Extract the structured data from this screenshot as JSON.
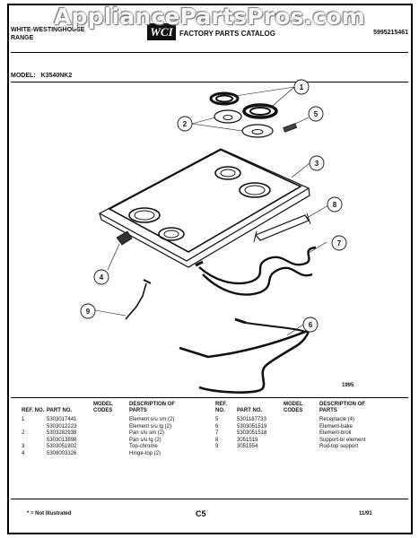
{
  "watermark": "AppliancePartsPros.com",
  "header": {
    "brand_line1": "WHITE-WESTINGHOUSE",
    "brand_line2": "RANGE",
    "catalog_title": "FACTORY PARTS CATALOG",
    "doc_number": "5995215461",
    "model_label": "MODEL:",
    "model_number": "K3540NK2"
  },
  "diagram": {
    "callouts": [
      "1",
      "2",
      "3",
      "4",
      "5",
      "6",
      "7",
      "8",
      "9"
    ],
    "year": "1995"
  },
  "table": {
    "headers": {
      "ref_no": "REF. NO.",
      "part_no": "PART NO.",
      "model_codes": "MODEL CODES",
      "description": "DESCRIPTION OF PARTS"
    },
    "left_rows": [
      {
        "ref": "1",
        "part": "5303017441",
        "codes": "",
        "desc": "Element s/u sm (2)"
      },
      {
        "ref": "",
        "part": "5303012223",
        "codes": "",
        "desc": "Element s/u lg (2)"
      },
      {
        "ref": "2",
        "part": "5303282938",
        "codes": "",
        "desc": "Pan s/u sm (2)"
      },
      {
        "ref": "",
        "part": "5303013898",
        "codes": "",
        "desc": "Pan s/u lg (2)"
      },
      {
        "ref": "3",
        "part": "5303051802",
        "codes": "",
        "desc": "Top-chrome"
      },
      {
        "ref": "4",
        "part": "5308003326",
        "codes": "",
        "desc": "Hinge-top (2)"
      }
    ],
    "right_rows": [
      {
        "ref": "5",
        "part": "5301187733",
        "codes": "",
        "desc": "Receptacle (4)"
      },
      {
        "ref": "6",
        "part": "5303051519",
        "codes": "",
        "desc": "Element-bake"
      },
      {
        "ref": "7",
        "part": "5303051518",
        "codes": "",
        "desc": "Element-broil"
      },
      {
        "ref": "8",
        "part": "3051519",
        "codes": "",
        "desc": "Support-br element"
      },
      {
        "ref": "9",
        "part": "3051554",
        "codes": "",
        "desc": "Rod-top support"
      }
    ]
  },
  "footer": {
    "note": "* = Not Illustrated",
    "page_code": "C5",
    "date": "11/91"
  }
}
